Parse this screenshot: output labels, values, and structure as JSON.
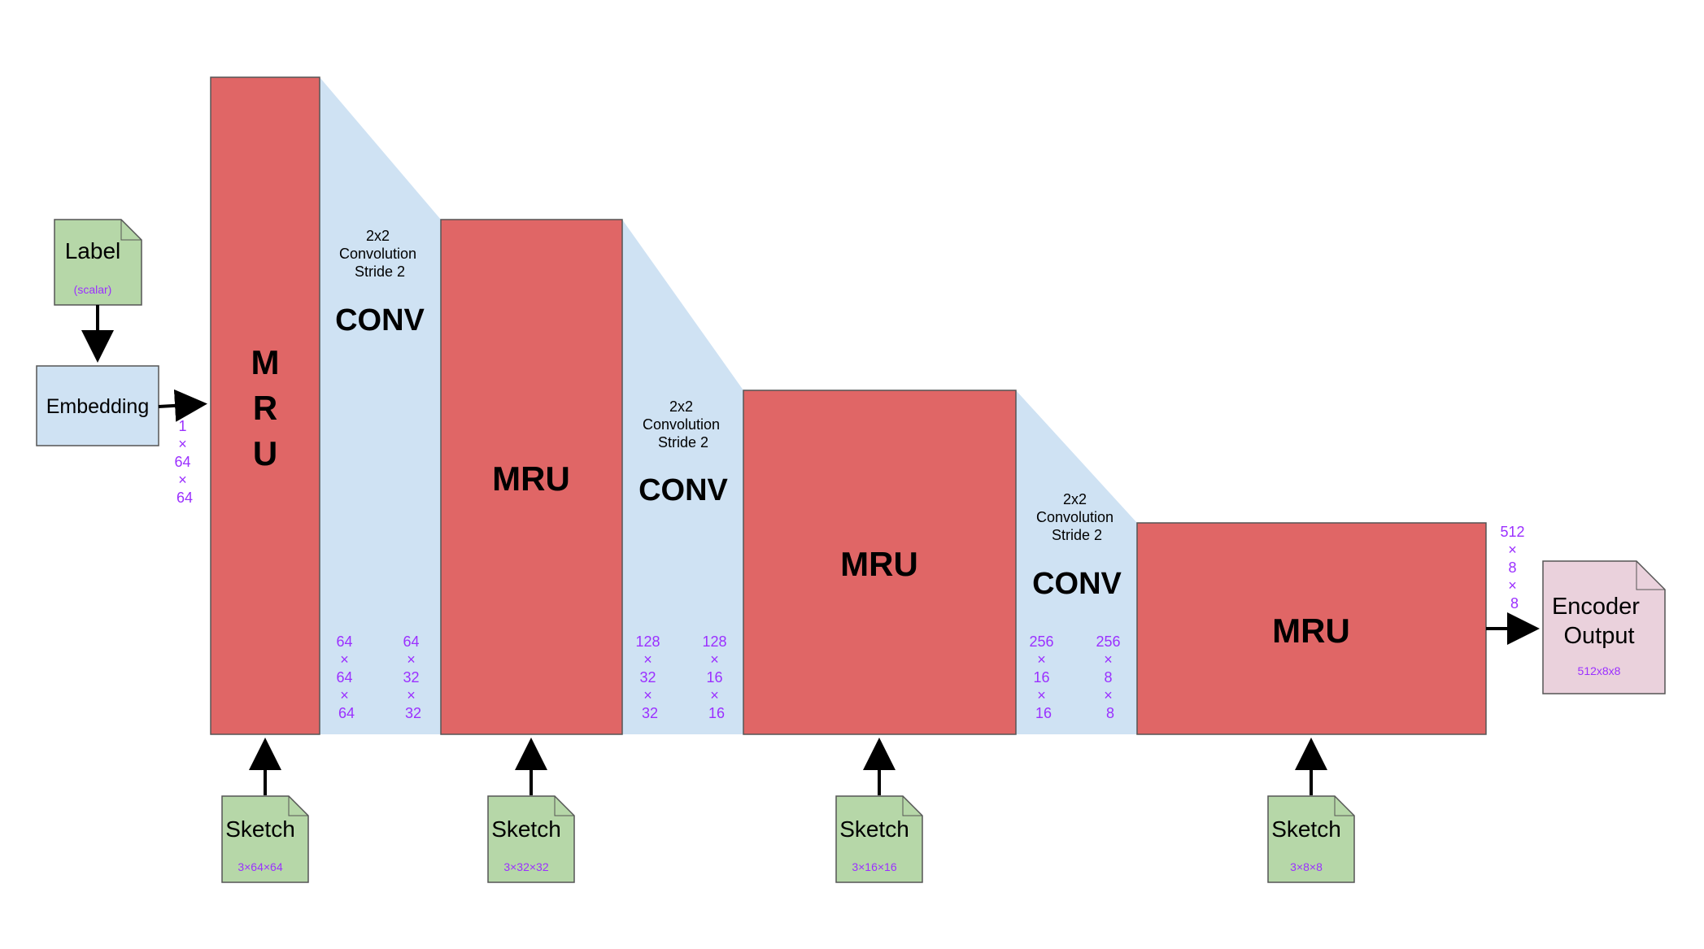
{
  "label_input": {
    "title": "Label",
    "subtitle": "(scalar)"
  },
  "embedding": {
    "title": "Embedding"
  },
  "embedding_dims": [
    "1",
    "×",
    "64",
    "×",
    "64"
  ],
  "mru": [
    {
      "text": "M\nR\nU"
    },
    {
      "text": "MRU"
    },
    {
      "text": "MRU"
    },
    {
      "text": "MRU"
    }
  ],
  "conv": [
    {
      "desc": [
        "2x2",
        "Convolution",
        "Stride 2"
      ],
      "title": "CONV",
      "in_dims": [
        "64",
        "×",
        "64",
        "×",
        "64"
      ],
      "out_dims": [
        "64",
        "×",
        "32",
        "×",
        "32"
      ]
    },
    {
      "desc": [
        "2x2",
        "Convolution",
        "Stride 2"
      ],
      "title": "CONV",
      "in_dims": [
        "128",
        "×",
        "32",
        "×",
        "32"
      ],
      "out_dims": [
        "128",
        "×",
        "16",
        "×",
        "16"
      ]
    },
    {
      "desc": [
        "2x2",
        "Convolution",
        "Stride 2"
      ],
      "title": "CONV",
      "in_dims": [
        "256",
        "×",
        "16",
        "×",
        "16"
      ],
      "out_dims": [
        "256",
        "×",
        "8",
        "×",
        "8"
      ]
    }
  ],
  "sketches": [
    {
      "title": "Sketch",
      "subtitle": "3×64×64"
    },
    {
      "title": "Sketch",
      "subtitle": "3×32×32"
    },
    {
      "title": "Sketch",
      "subtitle": "3×16×16"
    },
    {
      "title": "Sketch",
      "subtitle": "3×8×8"
    }
  ],
  "output_dims": [
    "512",
    "×",
    "8",
    "×",
    "8"
  ],
  "encoder_output": {
    "title": [
      "Encoder",
      "Output"
    ],
    "subtitle": "512x8x8"
  },
  "colors": {
    "mru_fill": "#e06666",
    "conv_fill": "#cfe2f3",
    "embedding_fill": "#cfe2f3",
    "sketch_fill": "#b6d7a8",
    "label_fill": "#b6d7a8",
    "output_fill": "#ead1dc",
    "dims_text": "#9b30ff",
    "stroke": "#555555"
  }
}
